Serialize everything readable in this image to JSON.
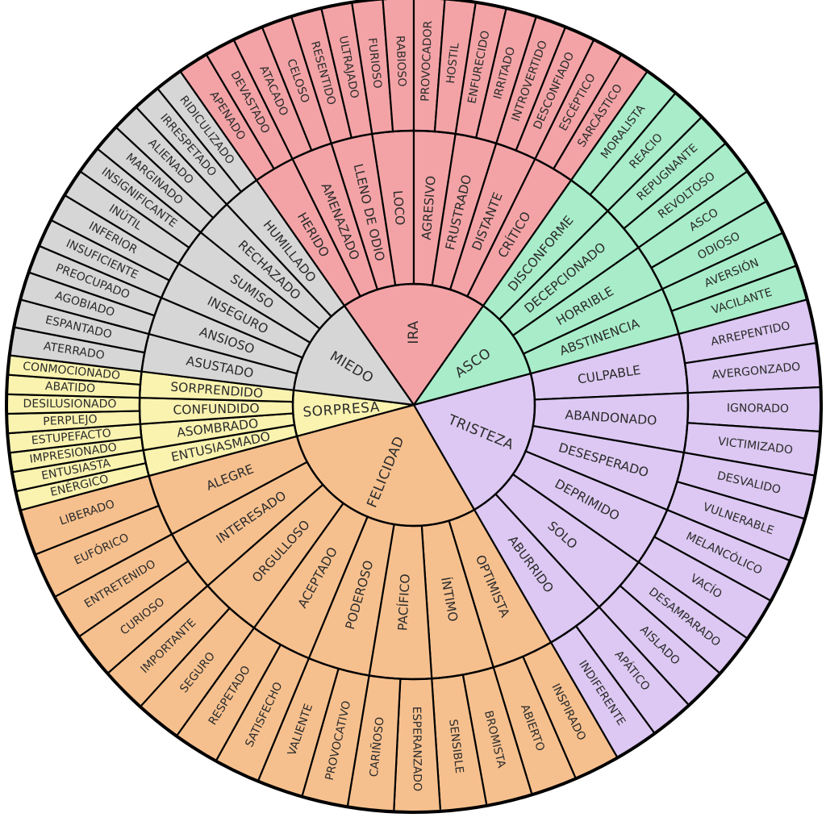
{
  "wheel": {
    "title": "",
    "emotions": [
      {
        "name": "IRA",
        "color": "#f3a3a6",
        "children": [
          {
            "name": "HERIDO",
            "children": [
              "APENADO",
              "DEVASTADO"
            ]
          },
          {
            "name": "AMENAZADO",
            "children": [
              "ATACADO",
              "CELOSO"
            ]
          },
          {
            "name": "LLENO DE ODIO",
            "children": [
              "RESENTIDO",
              "ULTRAJADO"
            ]
          },
          {
            "name": "LOCO",
            "children": [
              "FURIOSO",
              "RABIOSO"
            ]
          },
          {
            "name": "AGRESIVO",
            "children": [
              "PROVOCADOR",
              "HOSTIL"
            ]
          },
          {
            "name": "FRUSTRADO",
            "children": [
              "ENFURECIDO",
              "IRRITADO"
            ]
          },
          {
            "name": "DISTANTE",
            "children": [
              "INTROVERTIDO",
              "DESCONFIADO"
            ]
          },
          {
            "name": "CRÍTICO",
            "children": [
              "ESCÉPTICO",
              "SARCÁSTICO"
            ]
          }
        ]
      },
      {
        "name": "ASCO",
        "color": "#a8ecc9",
        "children": [
          {
            "name": "DISCONFORME",
            "children": [
              "MORALISTA",
              "REACIO"
            ]
          },
          {
            "name": "DECEPCIONADO",
            "children": [
              "REPUGNANTE",
              "REVOLTOSO"
            ]
          },
          {
            "name": "HORRIBLE",
            "children": [
              "ASCO",
              "ODIOSO"
            ]
          },
          {
            "name": "ABSTINENCIA",
            "children": [
              "AVERSIÓN",
              "VACILANTE"
            ]
          }
        ]
      },
      {
        "name": "TRISTEZA",
        "color": "#dcc8f2",
        "children": [
          {
            "name": "CULPABLE",
            "children": [
              "ARREPENTIDO",
              "AVERGONZADO"
            ]
          },
          {
            "name": "ABANDONADO",
            "children": [
              "IGNORADO",
              "VICTIMIZADO"
            ]
          },
          {
            "name": "DESESPERADO",
            "children": [
              "DESVALIDO",
              "VULNERABLE"
            ]
          },
          {
            "name": "DEPRIMIDO",
            "children": [
              "MELANCÓLICO",
              "VACÍO"
            ]
          },
          {
            "name": "SOLO",
            "children": [
              "DESAMPARADO",
              "AISLADO"
            ]
          },
          {
            "name": "ABURRIDO",
            "children": [
              "APÁTICO",
              "INDIFERENTE"
            ]
          }
        ]
      },
      {
        "name": "FELICIDAD",
        "color": "#f6c08e",
        "children": [
          {
            "name": "OPTIMISTA",
            "children": [
              "INSPIRADO",
              "ABIERTO"
            ]
          },
          {
            "name": "ÍNTIMO",
            "children": [
              "BROMISTA",
              "SENSIBLE"
            ]
          },
          {
            "name": "PACÍFICO",
            "children": [
              "ESPERANZADO",
              "CARIÑOSO"
            ]
          },
          {
            "name": "PODEROSO",
            "children": [
              "PROVOCATIVO",
              "VALIENTE"
            ]
          },
          {
            "name": "ACEPTADO",
            "children": [
              "SATISFECHO",
              "RESPETADO"
            ]
          },
          {
            "name": "ORGULLOSO",
            "children": [
              "SEGURO",
              "IMPORTANTE"
            ]
          },
          {
            "name": "INTERESADO",
            "children": [
              "CURIOSO",
              "ENTRETENIDO"
            ]
          },
          {
            "name": "ALEGRE",
            "children": [
              "EUFÓRICO",
              "LIBERADO"
            ]
          }
        ]
      },
      {
        "name": "SORPRESA",
        "color": "#faf3b0",
        "children": [
          {
            "name": "ENTUSIASMADO",
            "children": [
              "ENÉRGICO",
              "ENTUSIASTA"
            ]
          },
          {
            "name": "ASOMBRADO",
            "children": [
              "IMPRESIONADO",
              "ESTUPEFACTO"
            ]
          },
          {
            "name": "CONFUNDIDO",
            "children": [
              "PERPLEJO",
              "DESILUSIONADO"
            ]
          },
          {
            "name": "SORPRENDIDO",
            "children": [
              "ABATIDO",
              "CONMOCIONADO"
            ]
          }
        ]
      },
      {
        "name": "MIEDO",
        "color": "#d6d6d6",
        "children": [
          {
            "name": "ASUSTADO",
            "children": [
              "ATERRADO",
              "ESPANTADO"
            ]
          },
          {
            "name": "ANSIOSO",
            "children": [
              "AGOBIADO",
              "PREOCUPADO"
            ]
          },
          {
            "name": "INSEGURO",
            "children": [
              "INSUFICIENTE",
              "INFERIOR"
            ]
          },
          {
            "name": "SUMISO",
            "children": [
              "INÚTIL",
              "INSIGNIFICANTE"
            ]
          },
          {
            "name": "RECHAZADO",
            "children": [
              "MARGINADO",
              "ALIENADO"
            ]
          },
          {
            "name": "HUMILLADO",
            "children": [
              "IRRESPETADO",
              "RIDICULIZADO"
            ]
          }
        ]
      }
    ]
  }
}
